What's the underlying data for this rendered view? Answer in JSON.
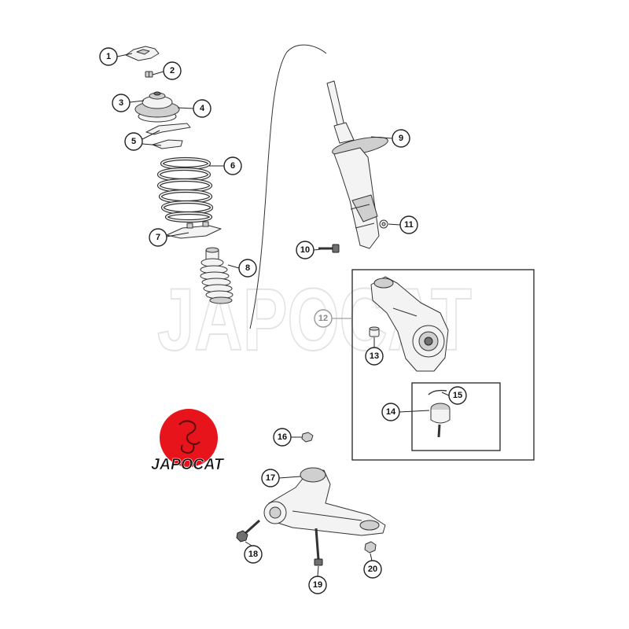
{
  "watermark": "JAPOCAT",
  "logo": {
    "text": "JAPOCAT",
    "color": "#e8141b"
  },
  "callouts": [
    {
      "label": "1"
    },
    {
      "label": "2"
    },
    {
      "label": "3"
    },
    {
      "label": "4"
    },
    {
      "label": "5"
    },
    {
      "label": "6"
    },
    {
      "label": "7"
    },
    {
      "label": "8"
    },
    {
      "label": "9"
    },
    {
      "label": "10"
    },
    {
      "label": "11"
    },
    {
      "label": "12"
    },
    {
      "label": "13"
    },
    {
      "label": "14"
    },
    {
      "label": "15"
    },
    {
      "label": "16"
    },
    {
      "label": "17"
    },
    {
      "label": "18"
    },
    {
      "label": "19"
    },
    {
      "label": "20"
    }
  ],
  "colors": {
    "line": "#222222",
    "callout_12": "#888888",
    "logo_red": "#e8141b"
  }
}
